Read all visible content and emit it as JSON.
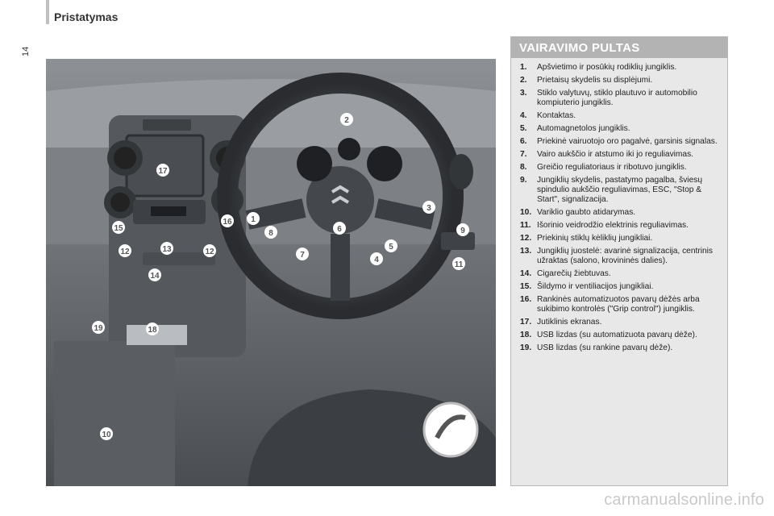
{
  "header": {
    "title": "Pristatymas"
  },
  "page_number": "14",
  "panel": {
    "title": "VAIRAVIMO PULTAS",
    "items": [
      {
        "num": "1.",
        "text": "Apšvietimo ir posūkių rodiklių jungiklis."
      },
      {
        "num": "2.",
        "text": "Prietaisų skydelis su displėjumi."
      },
      {
        "num": "3.",
        "text": "Stiklo valytuvų, stiklo plautuvo ir automobilio kompiuterio jungiklis."
      },
      {
        "num": "4.",
        "text": "Kontaktas."
      },
      {
        "num": "5.",
        "text": "Automagnetolos jungiklis."
      },
      {
        "num": "6.",
        "text": "Priekinė vairuotojo oro pagalvė, garsinis signalas."
      },
      {
        "num": "7.",
        "text": "Vairo aukščio ir atstumo iki jo reguliavimas."
      },
      {
        "num": "8.",
        "text": "Greičio reguliatoriaus ir ribotuvo jungiklis."
      },
      {
        "num": "9.",
        "text": "Jungiklių skydelis, pastatymo pagalba, šviesų spindulio aukščio reguliavimas, ESC, \"Stop & Start\", signalizacija."
      },
      {
        "num": "10.",
        "text": "Variklio gaubto atidarymas."
      },
      {
        "num": "11.",
        "text": "Išorinio veidrodžio elektrinis reguliavimas."
      },
      {
        "num": "12.",
        "text": "Priekinių stiklų kėliklių jungikliai."
      },
      {
        "num": "13.",
        "text": "Jungiklių juostelė: avarinė signalizacija, centrinis užraktas (salono, krovininės dalies)."
      },
      {
        "num": "14.",
        "text": "Cigarečių žiebtuvas."
      },
      {
        "num": "15.",
        "text": "Šildymo ir ventiliacijos jungikliai."
      },
      {
        "num": "16.",
        "text": "Rankinės automatizuotos pavarų dėžės arba sukibimo kontrolės (\"Grip control\") jungiklis."
      },
      {
        "num": "17.",
        "text": "Jutiklinis ekranas."
      },
      {
        "num": "18.",
        "text": "USB lizdas (su automatizuota pavarų dėže)."
      },
      {
        "num": "19.",
        "text": "USB lizdas (su rankine pavarų dėže)."
      }
    ]
  },
  "callouts": [
    "1",
    "2",
    "3",
    "4",
    "5",
    "6",
    "7",
    "8",
    "9",
    "10",
    "11",
    "12",
    "12",
    "13",
    "14",
    "15",
    "16",
    "17",
    "18",
    "19"
  ],
  "watermark": "carmanualsonline.info"
}
